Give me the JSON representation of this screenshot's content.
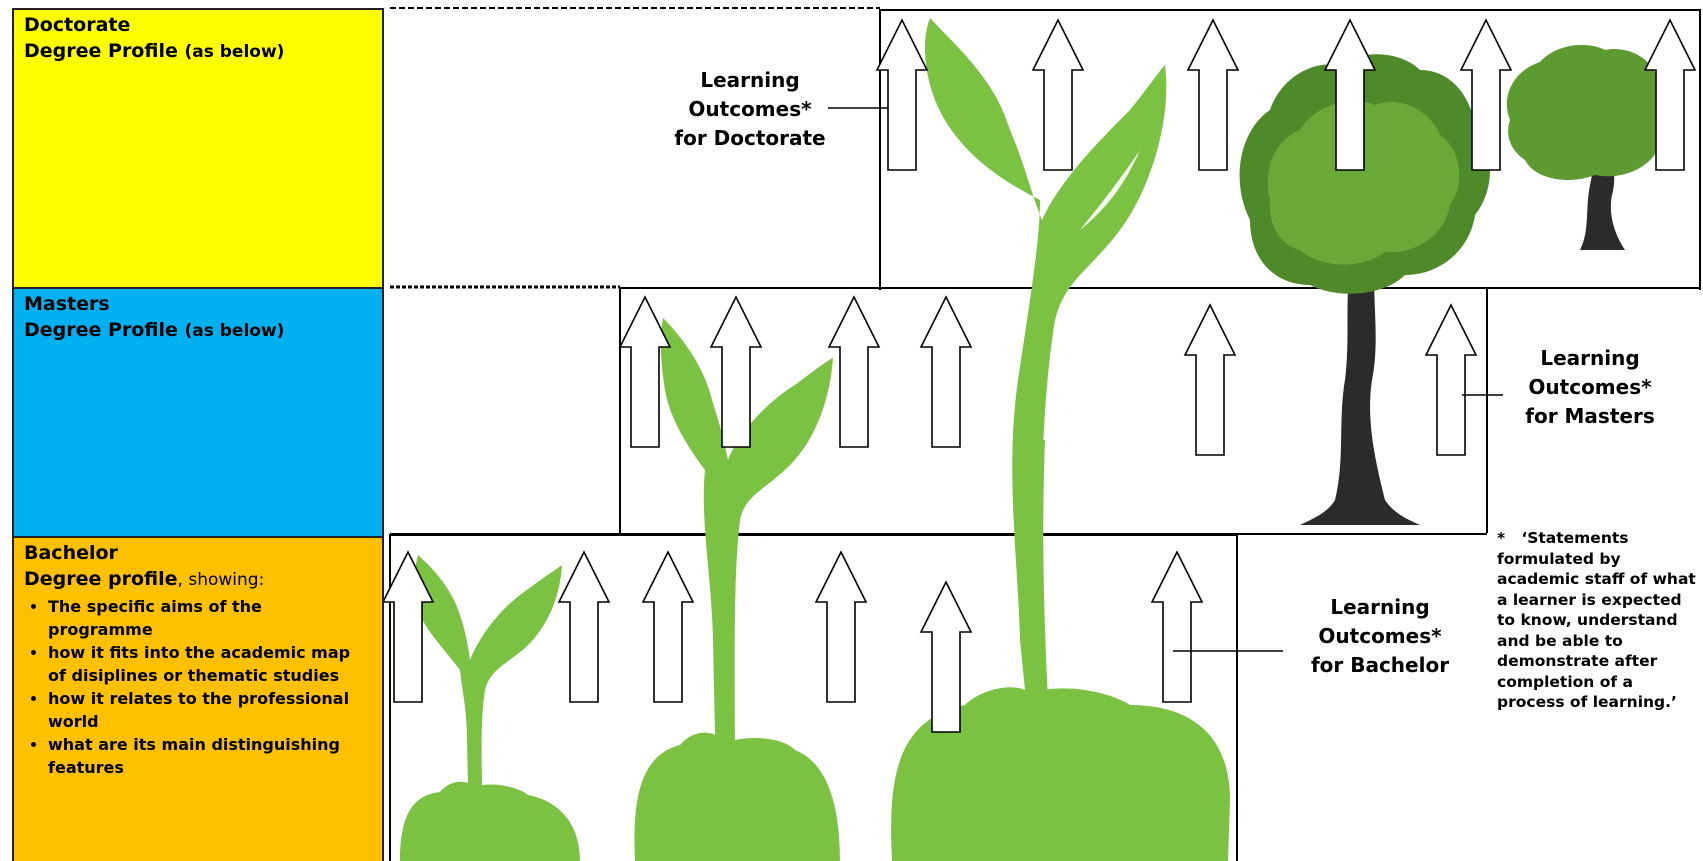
{
  "doctorate": {
    "title": "Doctorate",
    "profile": "Degree Profile",
    "profile_note": "(as below)",
    "color": "#ffff00",
    "outcomes_label": [
      "Learning",
      "Outcomes*",
      "for Doctorate"
    ]
  },
  "masters": {
    "title": "Masters",
    "profile": "Degree Profile",
    "profile_note": "(as below)",
    "color": "#00b0f0",
    "outcomes_label": [
      "Learning",
      "Outcomes*",
      "for Masters"
    ]
  },
  "bachelor": {
    "title": "Bachelor",
    "profile": "Degree profile",
    "profile_note": ", showing:",
    "color": "#ffc000",
    "bullets": [
      "The specific aims of the programme",
      "how it fits into the academic map of disiplines or thematic studies",
      "how it relates to the professional world",
      "what are its main distinguishing features"
    ],
    "outcomes_label": [
      "Learning",
      "Outcomes*",
      "for Bachelor"
    ]
  },
  "footnote": {
    "marker": "*",
    "text": "‘Statements formulated by academic staff of what a learner is expected to know, understand and be able to demonstrate after completion of a process of learning.’"
  },
  "colors": {
    "plant_green": "#7cc242",
    "line": "#000000"
  },
  "icons": [
    "up-arrow-icon",
    "sprout-icon",
    "tree-icon"
  ]
}
